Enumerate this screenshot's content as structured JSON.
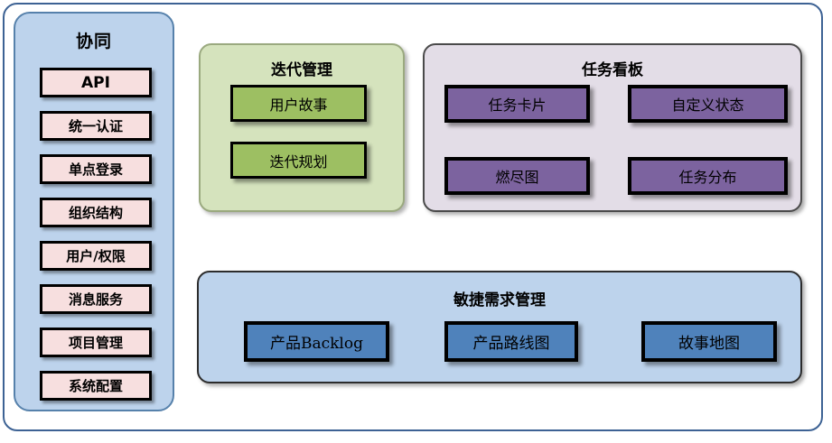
{
  "diagram": {
    "title_bar_color": "#3d6294",
    "sidebar": {
      "title": "协同",
      "fill": "#bdd3ec",
      "border": "#5681ab",
      "items": [
        {
          "label": "API",
          "script": "latin"
        },
        {
          "label": "统一认证",
          "script": "cjk"
        },
        {
          "label": "单点登录",
          "script": "cjk"
        },
        {
          "label": "组织结构",
          "script": "cjk"
        },
        {
          "label": "用户/权限",
          "script": "cjk"
        },
        {
          "label": "消息服务",
          "script": "cjk"
        },
        {
          "label": "项目管理",
          "script": "cjk"
        },
        {
          "label": "系统配置",
          "script": "cjk"
        }
      ],
      "item_fill": "#f7dfdf"
    },
    "iteration_panel": {
      "title": "迭代管理",
      "fill": "#d5e3bd",
      "box_fill": "#9dbf62",
      "items": [
        {
          "label": "用户故事"
        },
        {
          "label": "迭代规划"
        }
      ]
    },
    "board_panel": {
      "title": "任务看板",
      "fill": "#e3dde7",
      "box_fill": "#7c639f",
      "items": [
        {
          "label": "任务卡片"
        },
        {
          "label": "自定义状态"
        },
        {
          "label": "燃尽图"
        },
        {
          "label": "任务分布"
        }
      ]
    },
    "agile_panel": {
      "title": "敏捷需求管理",
      "fill": "#bdd3ec",
      "box_fill": "#4f82bb",
      "items": [
        {
          "label": "产品Backlog"
        },
        {
          "label": "产品路线图"
        },
        {
          "label": "故事地图"
        }
      ]
    }
  }
}
